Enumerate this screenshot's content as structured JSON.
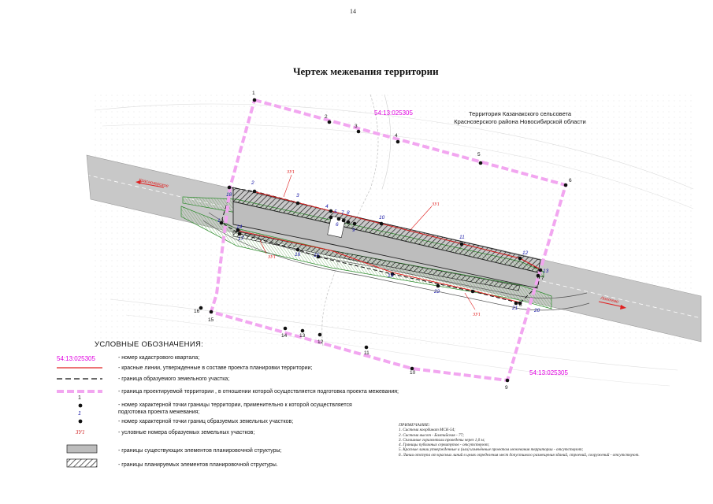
{
  "page_number": "14",
  "title": "Чертеж межевания территории",
  "territory": {
    "line1": "Территория Казанакского сельсовета",
    "line2": "Краснозерского района Новосибирской области"
  },
  "quarter_labels": [
    "54:13:025305",
    "54:13:025305"
  ],
  "road_labels": {
    "left": "Краснозерское",
    "right": "Лоптево"
  },
  "zu_label": "ЗУ1",
  "boundary_points": [
    "1",
    "2",
    "3",
    "4",
    "5",
    "6",
    "7",
    "8",
    "9",
    "10",
    "11",
    "12",
    "13",
    "14",
    "15",
    "16"
  ],
  "parcel_points": [
    "1",
    "2",
    "3",
    "4",
    "5",
    "6",
    "7",
    "8",
    "9",
    "10",
    "11",
    "12",
    "13",
    "14",
    "15",
    "16",
    "17",
    "18",
    "19",
    "20",
    "21",
    "22"
  ],
  "legend": {
    "title": "УСЛОВНЫЕ ОБОЗНАЧЕНИЯ:",
    "quarter_code": "54:13:025305",
    "items": [
      "- номер кадастрового квартала;",
      "- красные линии, утвержденные в составе проекта планировки территории;",
      "- граница образуемого земельного участка;",
      "- граница проектируемой территории , в отношении которой осуществляется подготовка проекта межевания;",
      "- номер характерной точки границы территории, применительно к которой осуществляется",
      "подготовка проекта межевания;",
      "- номер характерной точки границ образуемых земельных участков;",
      "- условные номера образуемых земельных участков;",
      "- границы существующих элементов планировочной структуры;",
      "- границы планируемых элементов планировочной структуры."
    ],
    "pt_black": "1",
    "pt_blue": "1",
    "zu_sample": "ЗУ1"
  },
  "notes": {
    "heading": "ПРИМЕЧАНИЕ:",
    "lines": [
      "1. Система координат МСК-54;",
      "2. Система высот - Балтийская - 77;",
      "3. Сплошные горизонтали проведены через 1,0 м;",
      "4. Границы публичных сервитутов - отсутствуют;",
      "5. Красные линии утвержденные и (или) изменённые проектом межевания территории - отсутствуют;",
      "6. Линии отступа от красных линий в целях определения мест допустимого размещения зданий, строений, сооружений - отсутствуют."
    ]
  },
  "colors": {
    "boundary": "#f2a6f0",
    "red_line": "#e02020",
    "green_edge": "#2a8a2a",
    "green_fill": "#cfe8b8",
    "road": "#c8c8c8",
    "quarter_text": "#e000e0",
    "blue_text": "#1a1aa8"
  }
}
